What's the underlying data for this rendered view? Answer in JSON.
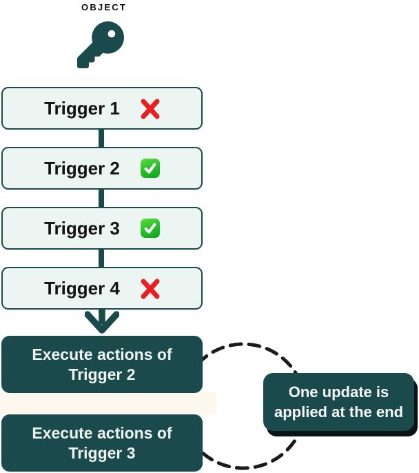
{
  "colors": {
    "teal": "#1b4a4d",
    "mint": "#ecf5f1",
    "cream": "#fdf8ed",
    "fail_red": "#e81f1f",
    "pass_green": "#2cc32b",
    "dash_black": "#1a1a1a",
    "shadow": "#0a1415"
  },
  "object": {
    "label": "OBJECT"
  },
  "triggers": [
    {
      "label": "Trigger 1",
      "status": "fail"
    },
    {
      "label": "Trigger 2",
      "status": "pass"
    },
    {
      "label": "Trigger 3",
      "status": "pass"
    },
    {
      "label": "Trigger 4",
      "status": "fail"
    }
  ],
  "executions": [
    {
      "line1": "Execute actions of",
      "line2": "Trigger 2"
    },
    {
      "line1": "Execute actions of",
      "line2": "Trigger 3"
    }
  ],
  "callout": {
    "line1": "One update is",
    "line2": "applied at the end"
  }
}
